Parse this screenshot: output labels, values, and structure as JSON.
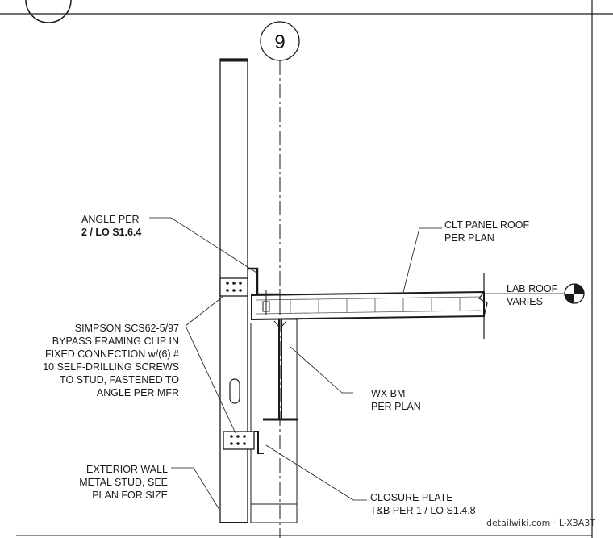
{
  "grid_bubble": "9",
  "labels": {
    "angle": {
      "line1": "ANGLE PER",
      "line2": "2 / LO S1.6.4"
    },
    "clt": {
      "line1": "CLT PANEL ROOF",
      "line2": "PER PLAN"
    },
    "lab_roof": {
      "line1": "LAB ROOF",
      "line2": "VARIES"
    },
    "simpson": {
      "line1": "SIMPSON  SCS62-5/97",
      "line2": "BYPASS FRAMING CLIP IN",
      "line3": "FIXED CONNECTION w/(6) #",
      "line4": "10 SELF-DRILLING SCREWS",
      "line5": "TO STUD, FASTENED TO",
      "line6": "ANGLE PER MFR"
    },
    "beam": {
      "line1": "WX BM",
      "line2": "PER PLAN"
    },
    "wall": {
      "line1": "EXTERIOR WALL",
      "line2": "METAL STUD, SEE",
      "line3": "PLAN FOR SIZE"
    },
    "closure": {
      "line1": "CLOSURE PLATE",
      "line2": "T&B PER  1 / LO S1.4.8"
    }
  },
  "watermark": "detailwiki.com · L-X3A3T",
  "colors": {
    "ink": "#1a1a1a",
    "paper": "#ffffff",
    "hatch": "#555555"
  }
}
